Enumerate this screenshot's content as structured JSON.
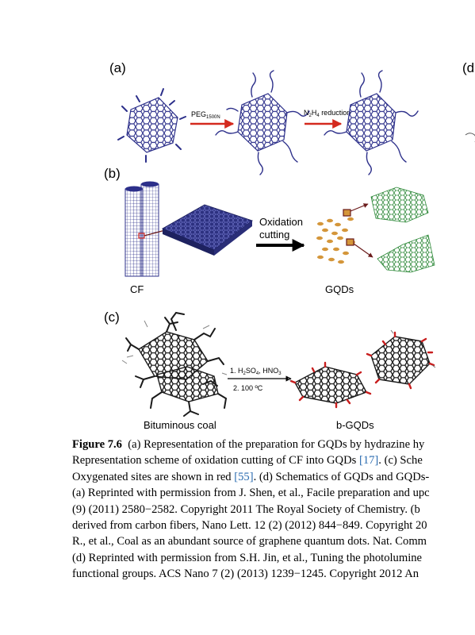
{
  "panels": {
    "a": {
      "label": "(a)",
      "step1": {
        "main": "PEG",
        "sub": "1500N"
      },
      "step2": {
        "p1": "N",
        "s1": "2",
        "p2": "H",
        "s2": "4",
        "p3": " reduction"
      }
    },
    "b": {
      "label": "(b)",
      "arrow_line1": "Oxidation",
      "arrow_line2": "cutting",
      "left_caption": "CF",
      "right_caption": "GQDs"
    },
    "c": {
      "label": "(c)",
      "step1": {
        "p1": "1. H",
        "s1": "2",
        "p2": "SO",
        "s2": "4",
        "p3": ", HNO",
        "s3": "3"
      },
      "step2": "2. 100 ºC",
      "left_caption": "Bituminous coal",
      "right_caption": "b-GQDs"
    },
    "d": {
      "label": "(d"
    }
  },
  "caption": {
    "figure_number": "Figure 7.6",
    "lines": [
      {
        "text": "(a) Representation of the preparation for GQDs by hydrazine hy",
        "ref": "",
        "tail": ""
      },
      {
        "text": "Representation scheme of oxidation cutting of CF into GQDs ",
        "ref": "[17]",
        "tail": ". (c) Sche"
      },
      {
        "text": "Oxygenated sites are shown in red ",
        "ref": "[55]",
        "tail": ". (d) Schematics of GQDs and GQDs-"
      },
      {
        "text": "(a) Reprinted with permission from J. Shen, et al., Facile preparation and upc",
        "ref": "",
        "tail": ""
      },
      {
        "text": "(9) (2011) 2580−2582. Copyright 2011 The Royal Society of Chemistry. (b",
        "ref": "",
        "tail": ""
      },
      {
        "text": "derived from carbon fibers, Nano Lett. 12 (2) (2012) 844−849. Copyright 20",
        "ref": "",
        "tail": ""
      },
      {
        "text": "R., et al., Coal as an abundant source of graphene quantum dots. Nat. Comm",
        "ref": "",
        "tail": ""
      },
      {
        "text": "(d) Reprinted with permission from S.H. Jin, et al., Tuning the photolumine",
        "ref": "",
        "tail": ""
      },
      {
        "text": "functional groups. ACS Nano 7 (2) (2013) 1239−1245. Copyright 2012 An",
        "ref": "",
        "tail": ""
      }
    ]
  },
  "colors": {
    "molecule_blue": "#2c2f8a",
    "reaction_arrow_red": "#d42a1e",
    "sheet_green": "#2f8a3a",
    "dot_orange": "#d4963a",
    "coal_black": "#1a1a1a",
    "reference_blue": "#2a6bb0"
  }
}
